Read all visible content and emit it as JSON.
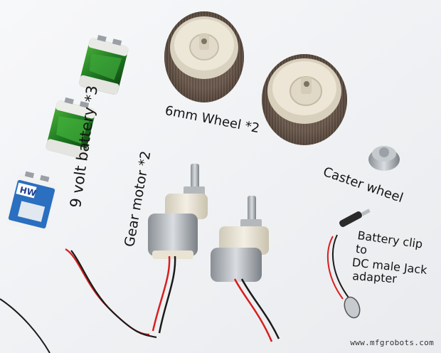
{
  "labels": {
    "battery": "9 volt battery *3",
    "gear_motor": "Gear motor *2",
    "wheel": "6mm Wheel *2",
    "caster": "Caster wheel",
    "clip_line1": "Battery clip to",
    "clip_line2": "DC male Jack",
    "clip_line3": "adapter"
  },
  "battery_brand": "HW",
  "watermark": "www.mfgrobots.com",
  "colors": {
    "background": "#f4f5f7",
    "battery_green": "#2f8f2a",
    "battery_blue": "#2a6fc0",
    "wheel_tread": "#5a4a40",
    "wheel_hub": "#e8e2d2",
    "wire_red": "#d81e1e",
    "wire_black": "#1a1a1a"
  }
}
